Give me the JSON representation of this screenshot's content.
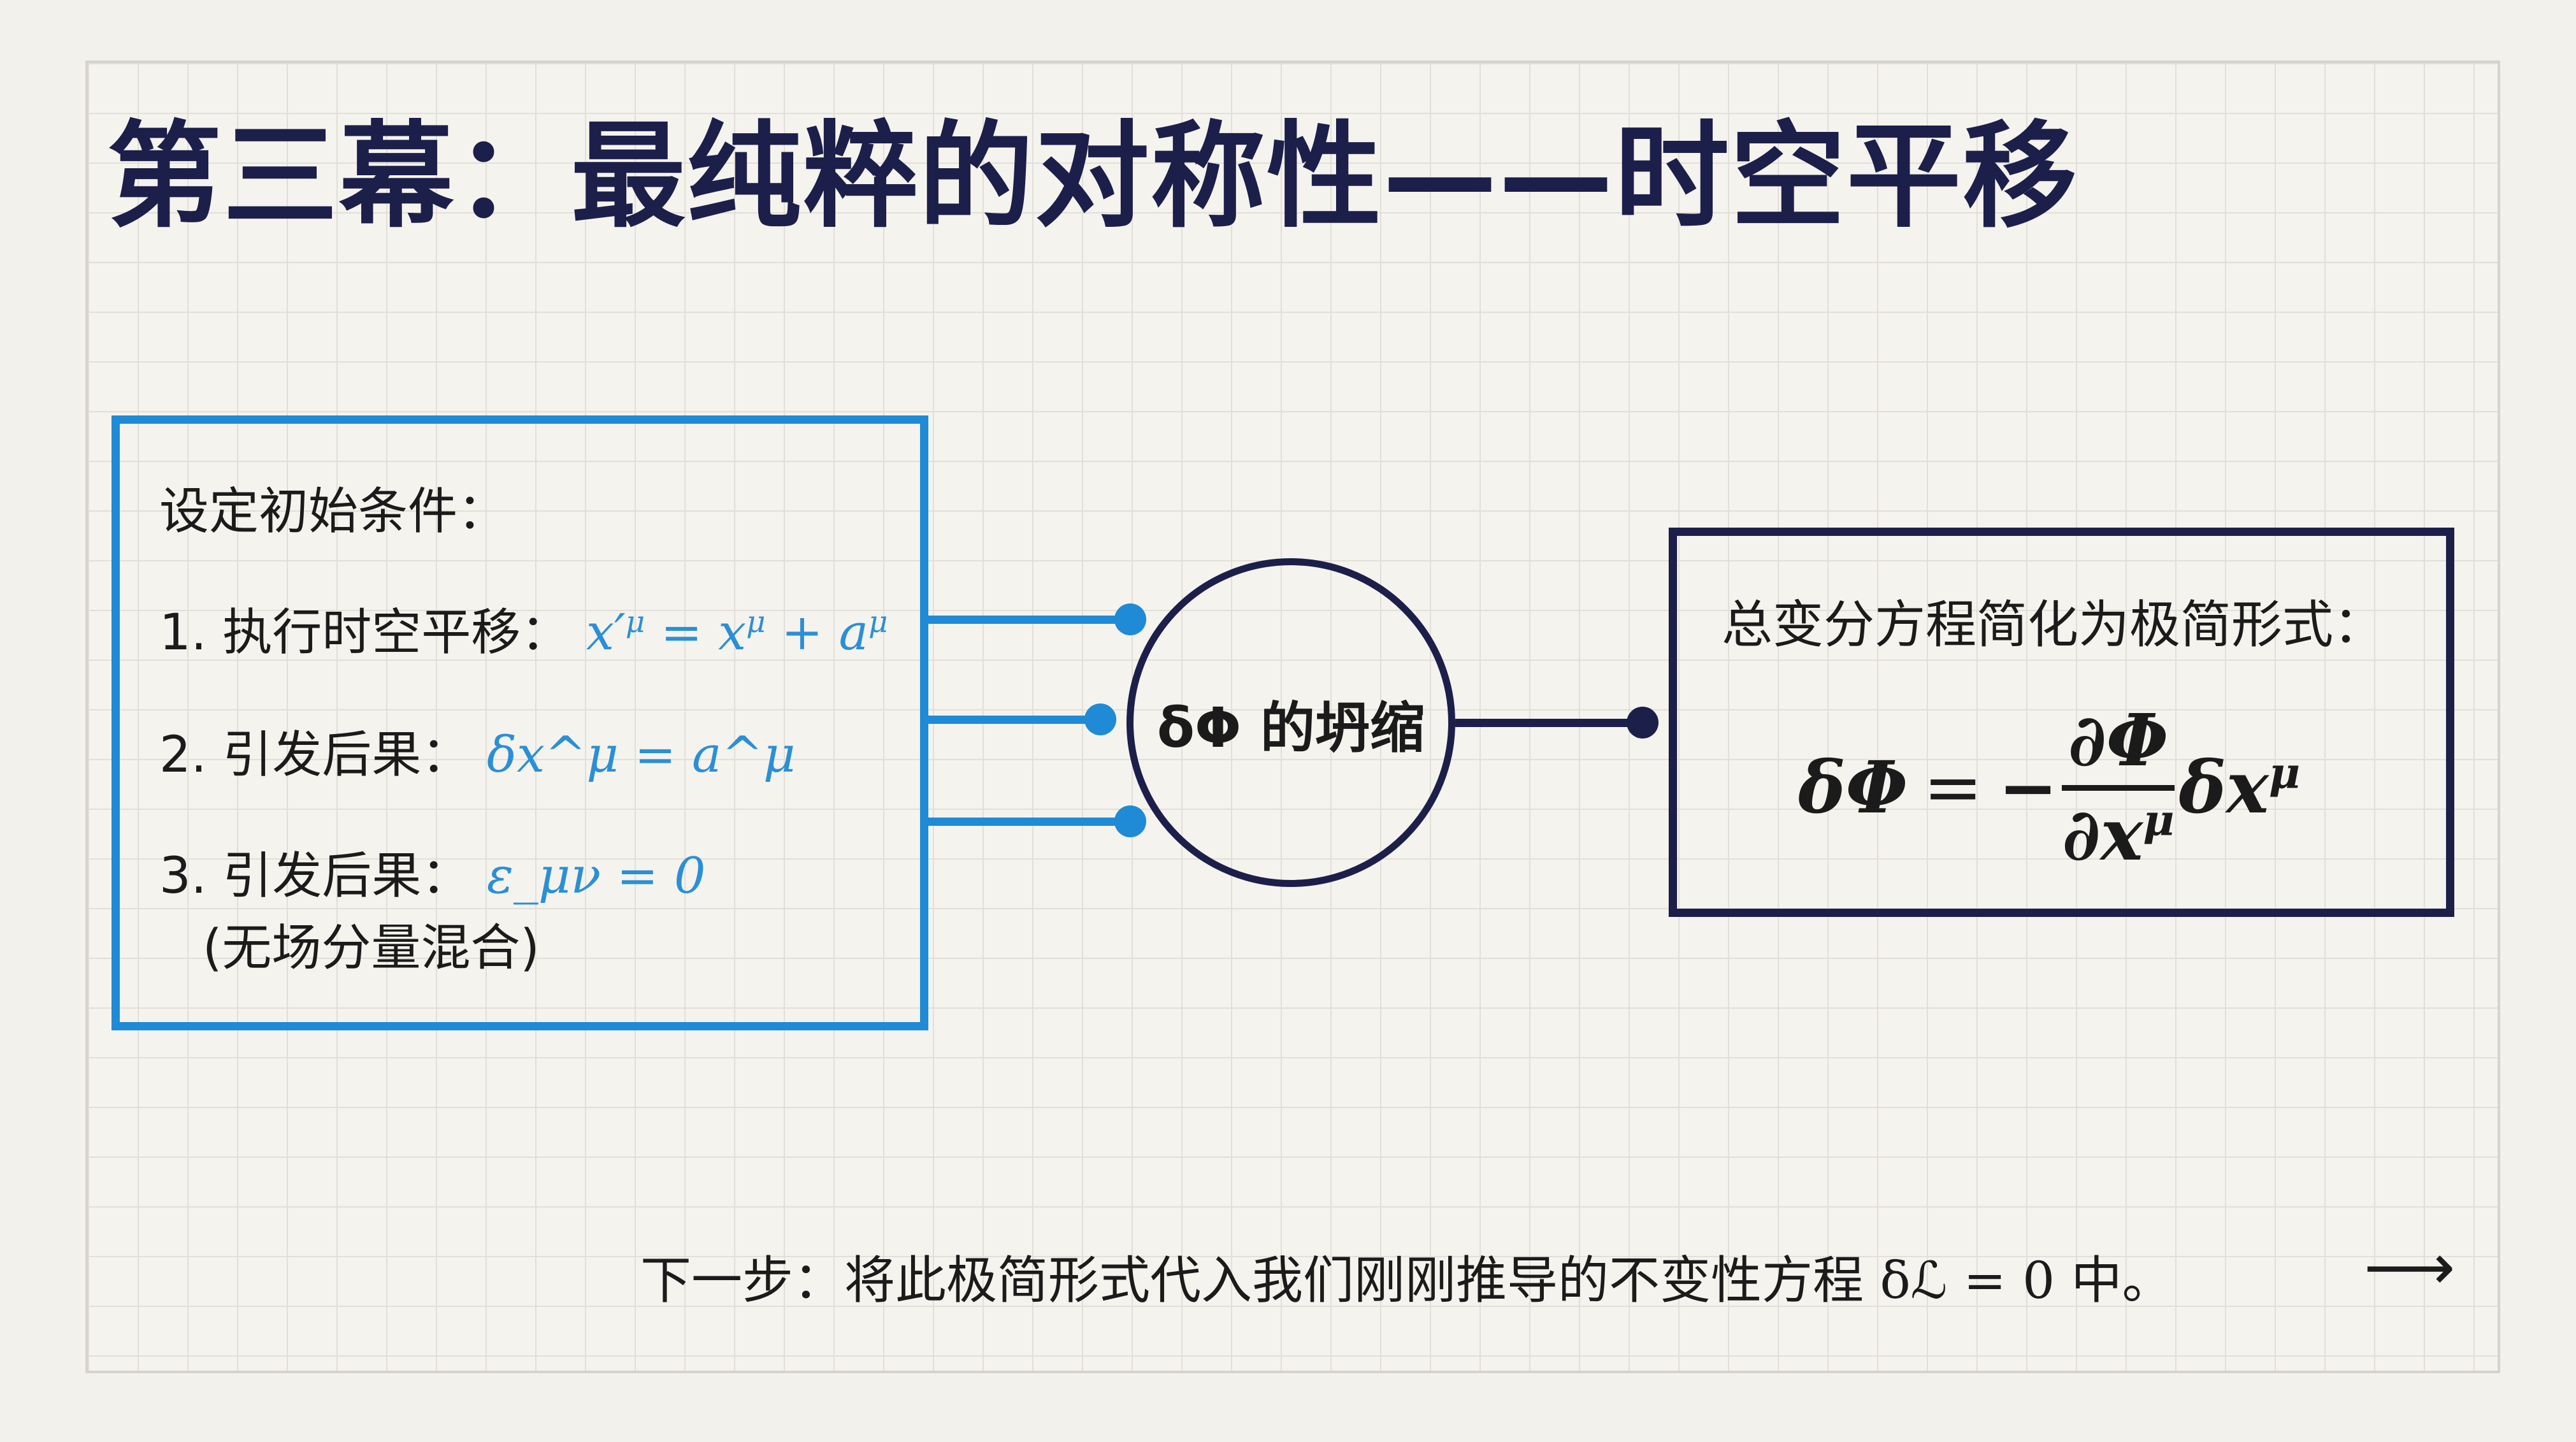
{
  "title": "第三幕：最纯粹的对称性——时空平移",
  "left_box": {
    "heading": "设定初始条件：",
    "items": [
      {
        "label": "1. 执行时空平移：",
        "math": "x′^μ = x^μ + a^μ"
      },
      {
        "label": "2. 引发后果：",
        "math": "δx^μ = a^μ"
      },
      {
        "label": "3. 引发后果：",
        "math": "ε_μν = 0",
        "note": "(无场分量混合)"
      }
    ]
  },
  "center_node": {
    "label": "δΦ 的坍缩"
  },
  "right_box": {
    "heading": "总变分方程简化为极简形式：",
    "formula": {
      "lhs": "δΦ",
      "eq": "=",
      "minus": "−",
      "numerator": "∂Φ",
      "denominator": "∂x",
      "denominator_sup": "μ",
      "tail": "δx",
      "tail_sup": "μ"
    }
  },
  "footer": {
    "prefix": "下一步：将此极简形式代入我们刚刚推导的不变性方程",
    "math": "δℒ = 0",
    "suffix": "中。",
    "arrow_icon": "long-right-arrow"
  },
  "colors": {
    "accent_blue": "#1f8ad6",
    "navy": "#1c1f4a",
    "background": "#f3f1ec"
  }
}
